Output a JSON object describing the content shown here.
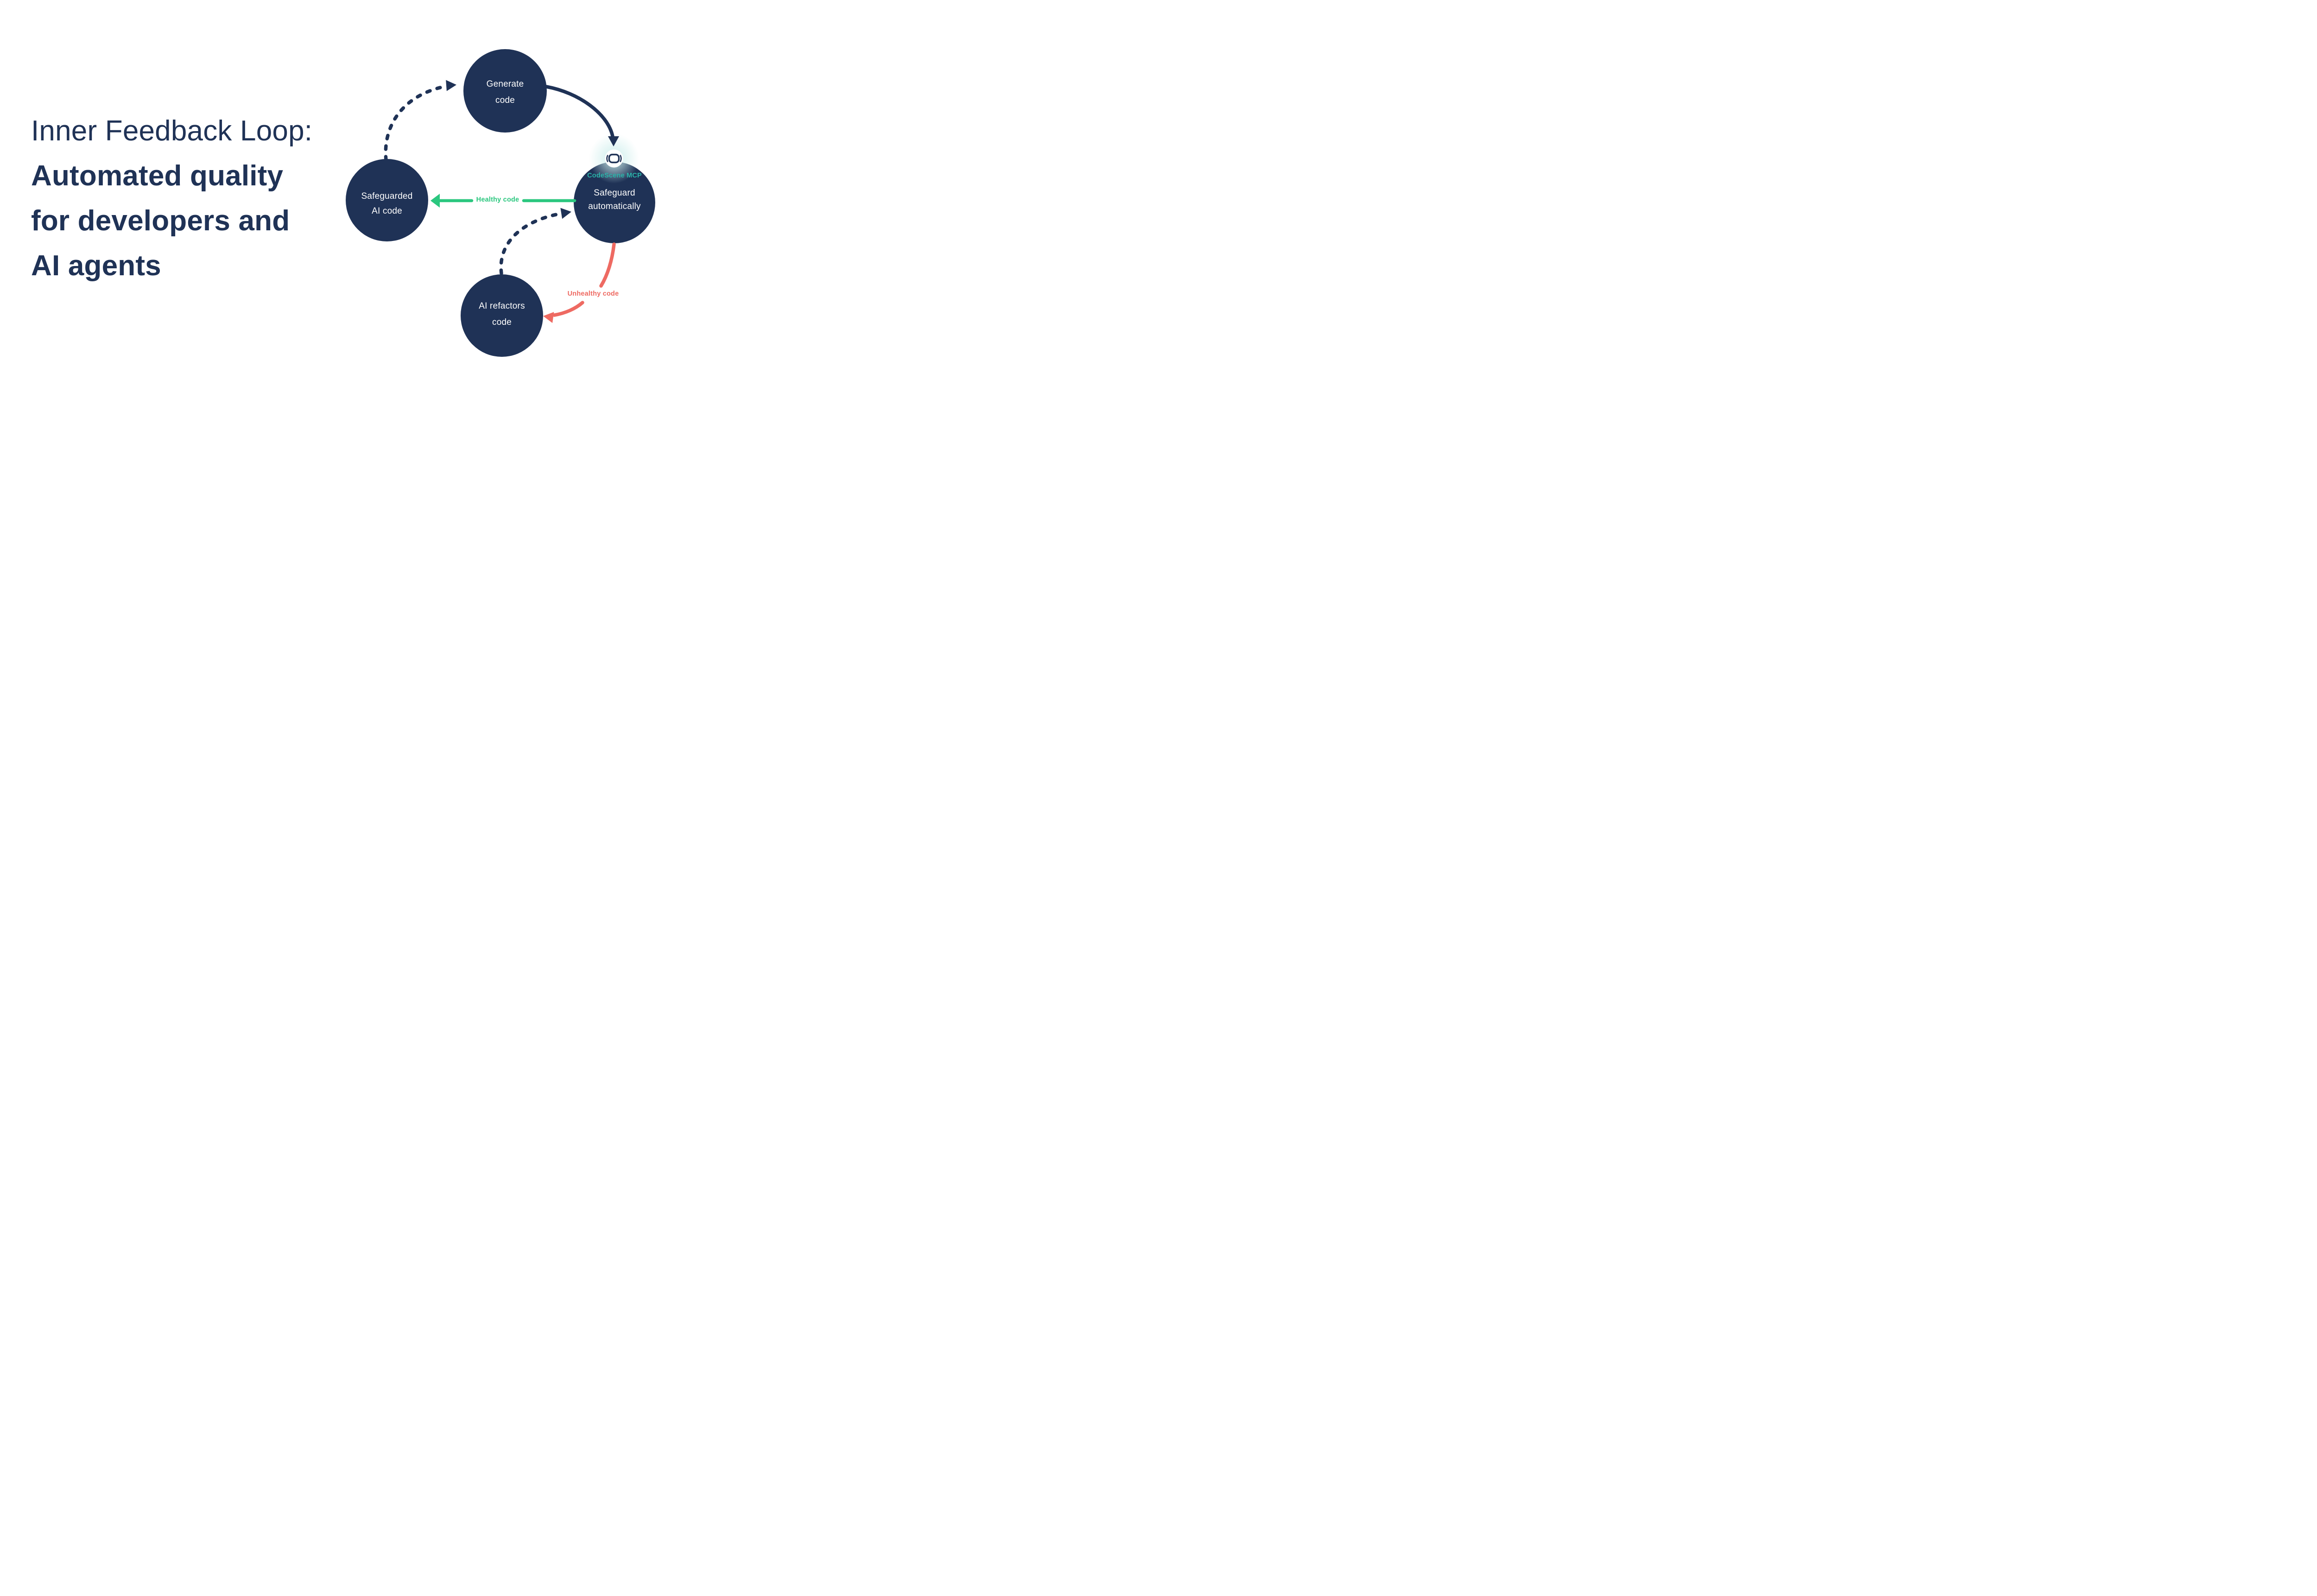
{
  "title": {
    "line1": "Inner Feedback Loop:",
    "line2": "Automated quality",
    "line3": "for developers and",
    "line4": "AI agents"
  },
  "diagram": {
    "nodes": {
      "generate": {
        "line1": "Generate",
        "line2": "code"
      },
      "safeguard": {
        "badge": "CodeScene MCP",
        "line1": "Safeguard",
        "line2": "automatically"
      },
      "safeguarded": {
        "line1": "Safeguarded",
        "line2": "AI code"
      },
      "refactor": {
        "line1": "AI refactors",
        "line2": "code"
      }
    },
    "edges": {
      "healthy_label": "Healthy code",
      "unhealthy_label": "Unhealthy code"
    }
  },
  "colors": {
    "navy": "#1f3256",
    "teal": "#2bb3a9",
    "green": "#2bc77f",
    "red": "#ee6a62",
    "glow": "#cdeeec",
    "white": "#ffffff"
  }
}
